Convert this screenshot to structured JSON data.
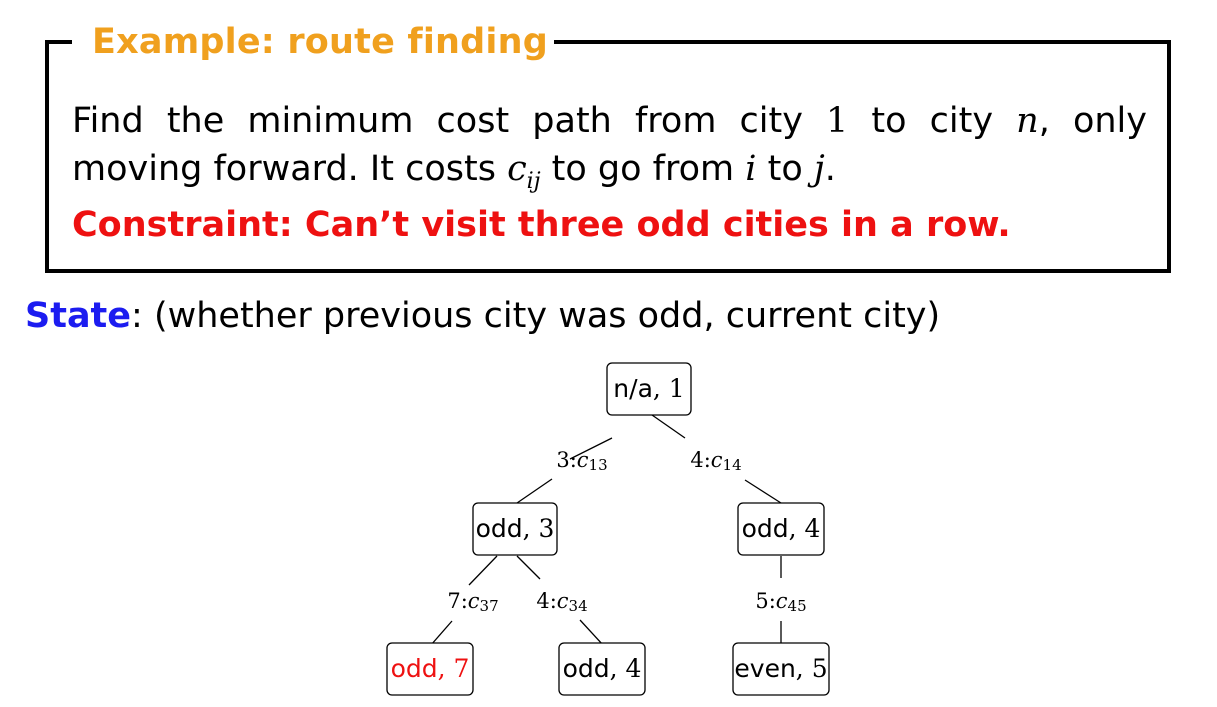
{
  "example": {
    "title": "Example: route finding",
    "problem_parts": [
      "Find the minimum cost path from city ",
      "1",
      " to city ",
      "n",
      ", only moving forward. It costs ",
      "c",
      "ij",
      " to go from ",
      "i",
      " to ",
      "j",
      "."
    ],
    "constraint": "Constraint: Can’t visit three odd cities in a row."
  },
  "state": {
    "label": "State",
    "description": ": (whether previous city was odd, current city)"
  },
  "tree": {
    "nodes": [
      {
        "id": "root",
        "prefix": "n/a",
        "num": "1",
        "highlight": false
      },
      {
        "id": "n3",
        "prefix": "odd",
        "num": "3",
        "highlight": false
      },
      {
        "id": "n4",
        "prefix": "odd",
        "num": "4",
        "highlight": false
      },
      {
        "id": "n7",
        "prefix": "odd",
        "num": "7",
        "highlight": true
      },
      {
        "id": "n34",
        "prefix": "odd",
        "num": "4",
        "highlight": false
      },
      {
        "id": "n5",
        "prefix": "even",
        "num": "5",
        "highlight": false
      }
    ],
    "edges": [
      {
        "from": "root",
        "to": "n3",
        "city": "3",
        "cost": "13"
      },
      {
        "from": "root",
        "to": "n4",
        "city": "4",
        "cost": "14"
      },
      {
        "from": "n3",
        "to": "n7",
        "city": "7",
        "cost": "37"
      },
      {
        "from": "n3",
        "to": "n34",
        "city": "4",
        "cost": "34"
      },
      {
        "from": "n4",
        "to": "n5",
        "city": "5",
        "cost": "45"
      }
    ]
  },
  "colors": {
    "title": "#f0a01e",
    "constraint": "#ee1111",
    "state_label": "#1c1cf0",
    "highlight_node": "#ee1111"
  }
}
